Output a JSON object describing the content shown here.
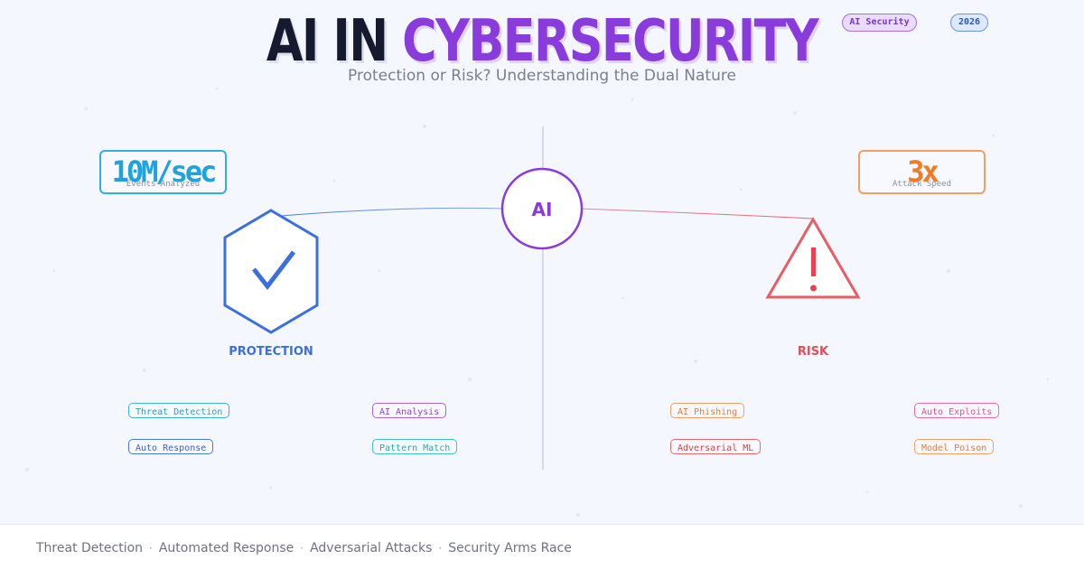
{
  "header": {
    "title_dark": "AI IN",
    "title_accent": "CYBERSECURITY",
    "subtitle": "Protection or Risk? Understanding the Dual Nature"
  },
  "badges": {
    "topic": "AI Security",
    "year": "2026"
  },
  "stats": {
    "left": {
      "value": "10M/sec",
      "caption": "Events Analyzed"
    },
    "right": {
      "value": "3x",
      "caption": "Attack Speed"
    }
  },
  "center": {
    "label": "AI"
  },
  "protection": {
    "label": "PROTECTION",
    "tags": [
      "Threat Detection",
      "AI Analysis",
      "Auto Response",
      "Pattern Match"
    ]
  },
  "risk": {
    "label": "RISK",
    "tags": [
      "AI Phishing",
      "Auto Exploits",
      "Adversarial ML",
      "Model Poison"
    ]
  },
  "footer": {
    "items": [
      "Threat Detection",
      "Automated Response",
      "Adversarial Attacks",
      "Security Arms Race"
    ],
    "separator": "·"
  },
  "colors": {
    "protection": "#3b6fe0",
    "risk": "#e0505a",
    "ai_accent": "#8a3bdc"
  },
  "icons": {
    "protection": "shield-check-icon",
    "risk": "warning-triangle-icon"
  }
}
